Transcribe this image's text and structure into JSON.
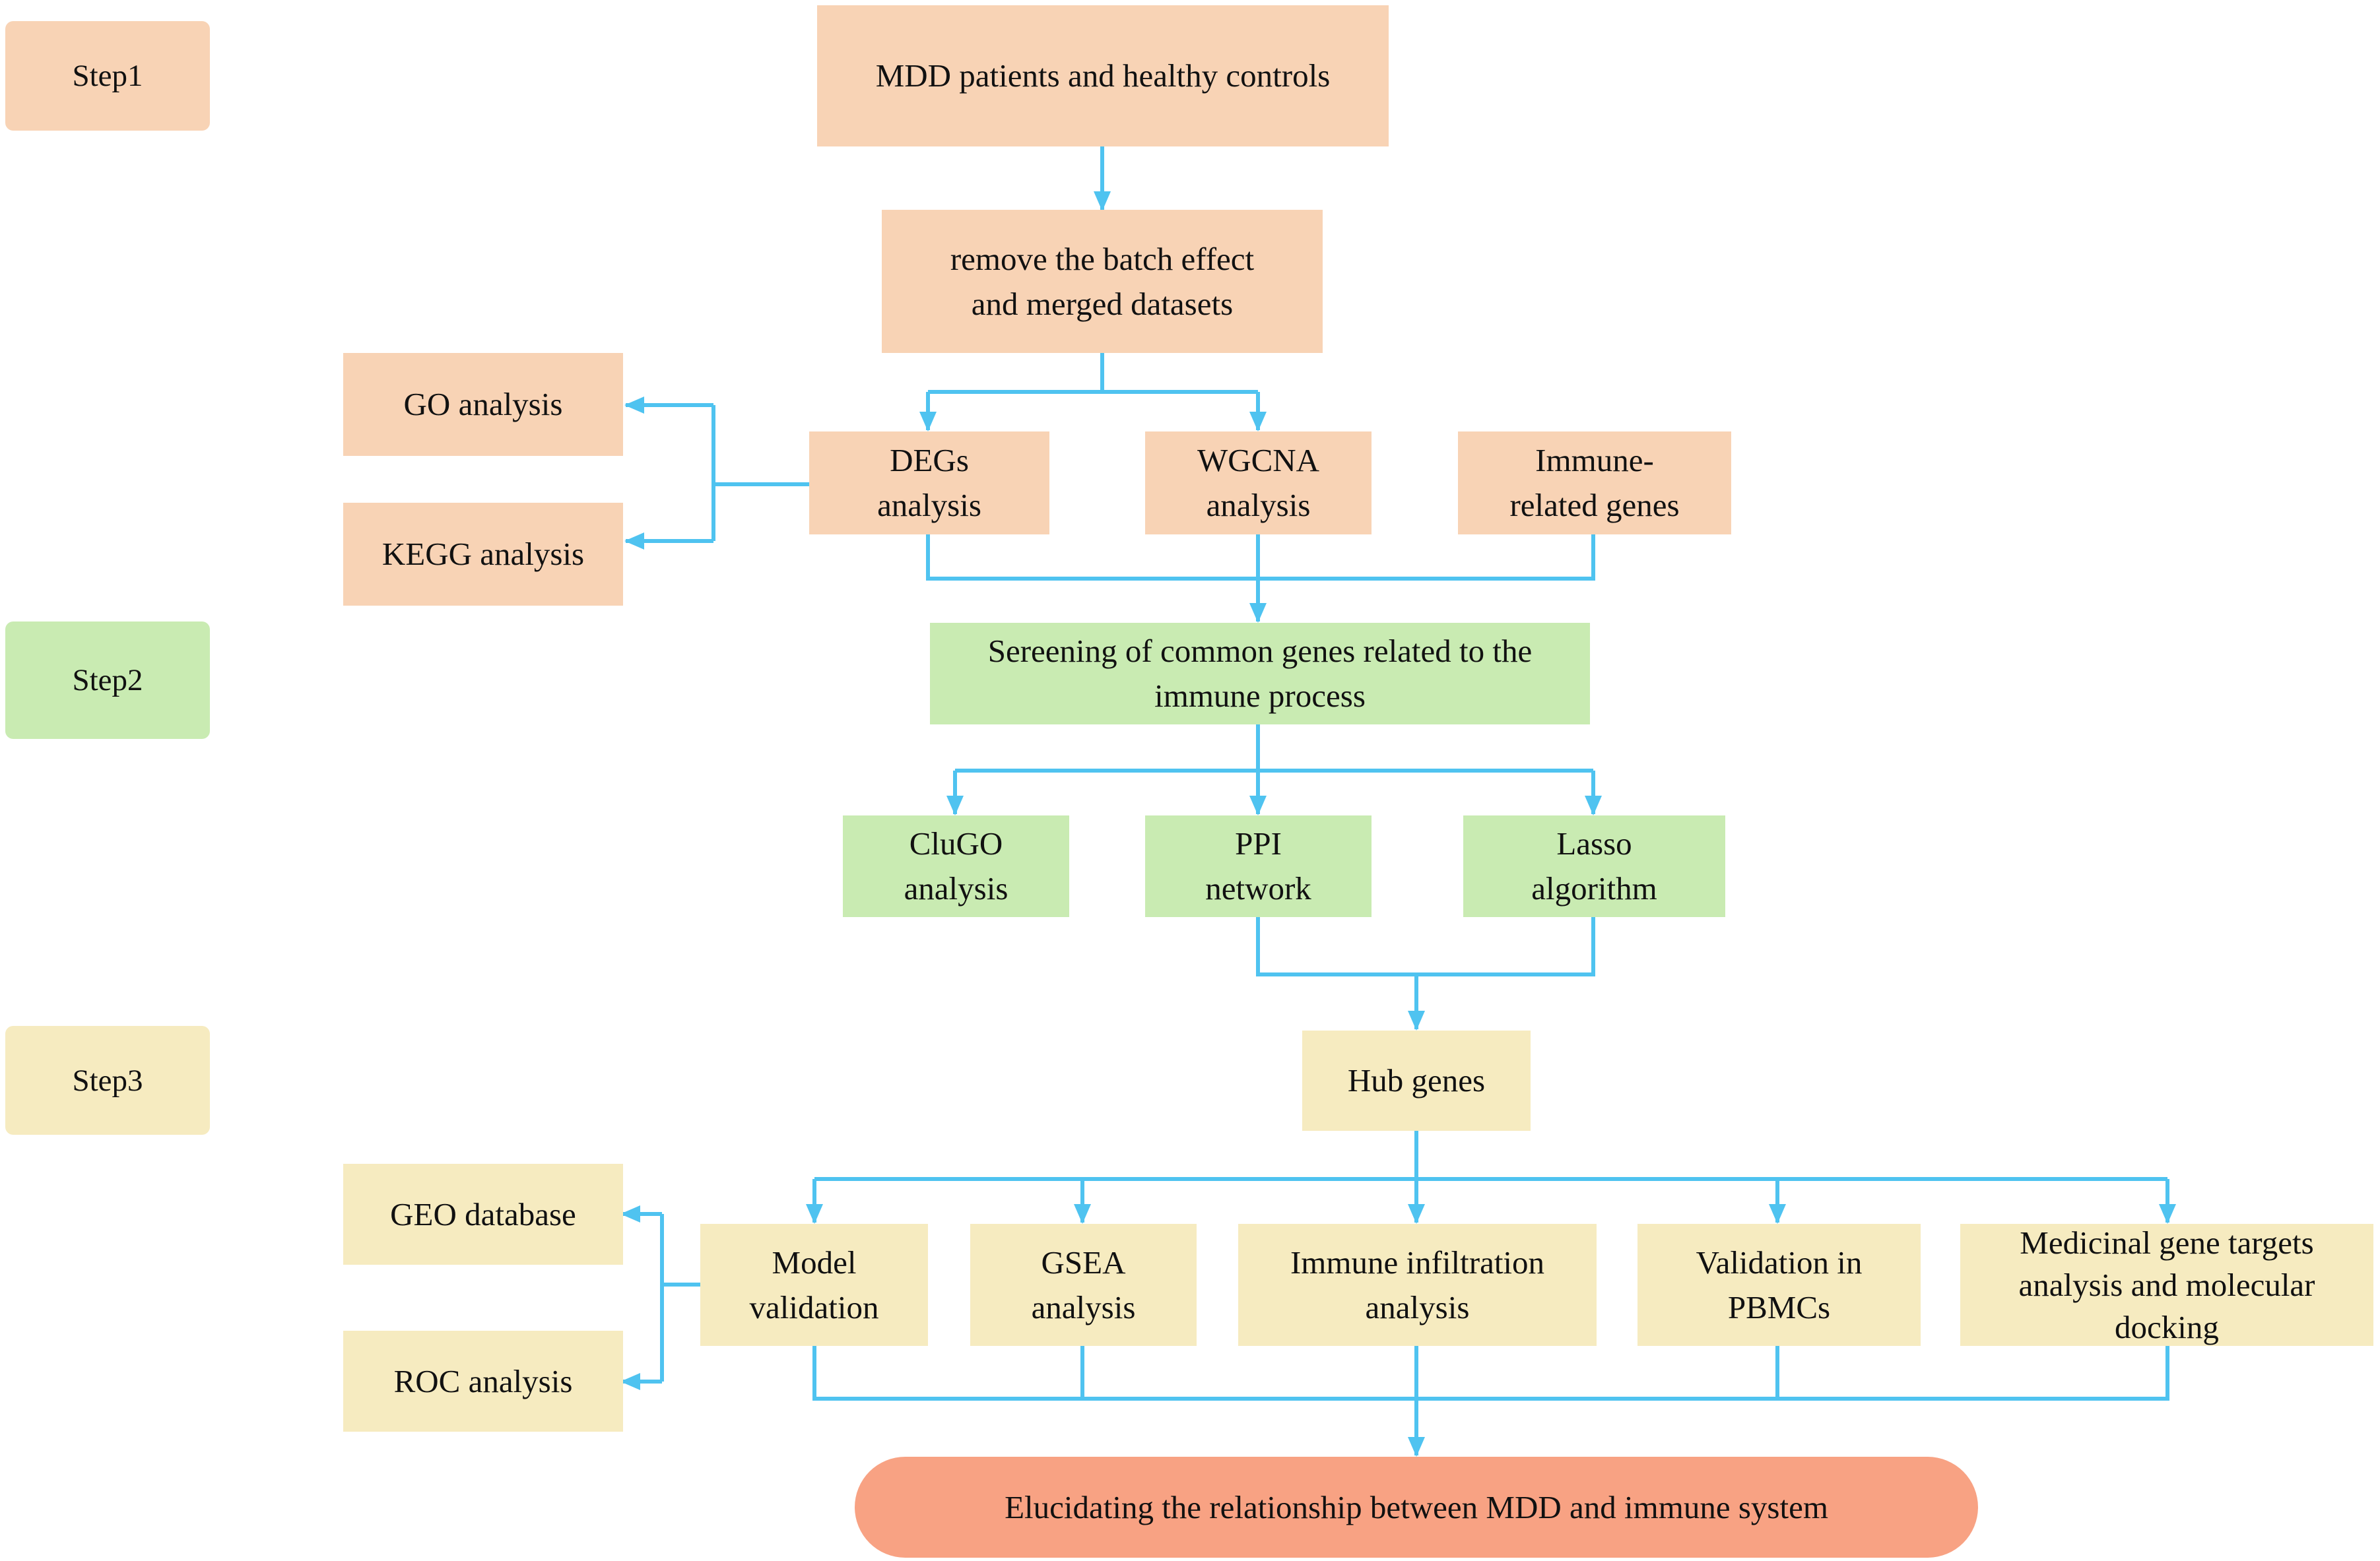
{
  "colors": {
    "step1_fill": "#f8d3b5",
    "step2_fill": "#c9ebb2",
    "step3_fill": "#f6ebc0",
    "result_fill": "#f8a283",
    "connector": "#4fc3f0"
  },
  "steps": {
    "step1": "Step1",
    "step2": "Step2",
    "step3": "Step3"
  },
  "step1": {
    "patients": "MDD patients and healthy controls",
    "batch_line1": "remove the batch effect",
    "batch_line2": "and merged datasets",
    "go": "GO analysis",
    "kegg": "KEGG analysis",
    "degs_line1": "DEGs",
    "degs_line2": "analysis",
    "wgcna_line1": "WGCNA",
    "wgcna_line2": "analysis",
    "immune_line1": "Immune-",
    "immune_line2": "related genes"
  },
  "step2": {
    "screening_line1": "Sereening of common genes related to the",
    "screening_line2": "immune process",
    "clugo_line1": "CluGO",
    "clugo_line2": "analysis",
    "ppi_line1": "PPI",
    "ppi_line2": "network",
    "lasso_line1": "Lasso",
    "lasso_line2": "algorithm"
  },
  "step3": {
    "hub": "Hub genes",
    "geo": "GEO database",
    "roc": "ROC analysis",
    "model_line1": "Model",
    "model_line2": "validation",
    "gsea_line1": "GSEA",
    "gsea_line2": "analysis",
    "infiltration_line1": "Immune infiltration",
    "infiltration_line2": "analysis",
    "pbmc_line1": "Validation in",
    "pbmc_line2": "PBMCs",
    "medicinal_line1": "Medicinal gene targets",
    "medicinal_line2": "analysis and molecular",
    "medicinal_line3": "docking"
  },
  "result": "Elucidating the relationship between MDD and immune system"
}
